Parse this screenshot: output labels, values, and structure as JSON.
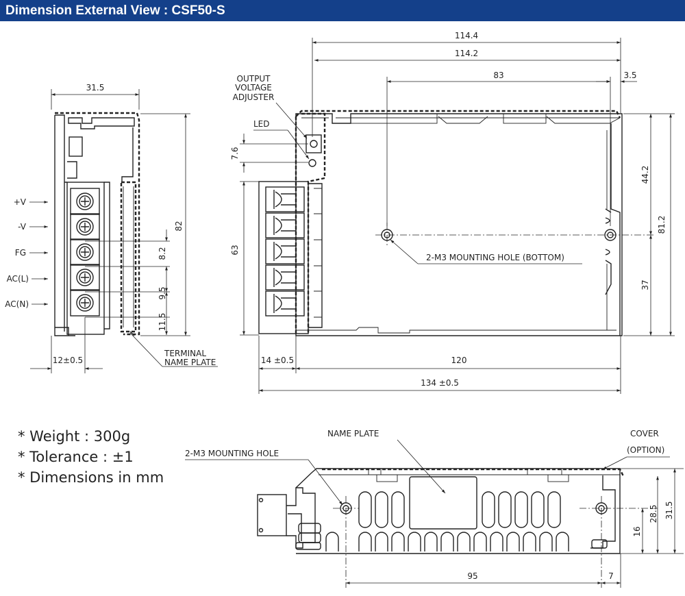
{
  "header": {
    "title": "Dimension External View : CSF50-S"
  },
  "notes": [
    "* Weight : 300g",
    "* Tolerance : ±1",
    "* Dimensions in mm"
  ],
  "side_view": {
    "width_dim": "31.5",
    "height_dim": "82",
    "pitch_dim": "8.2",
    "spacing_dim": "9.5",
    "bottom_dim": "11.5",
    "offset_dim": "12±0.5",
    "terminals": [
      "+V",
      "-V",
      "FG",
      "AC(L)",
      "AC(N)"
    ],
    "terminal_plate_label": [
      "TERMINAL",
      "NAME PLATE"
    ]
  },
  "top_view": {
    "dims": {
      "total_length": "114.4",
      "inner_length": "114.2",
      "hole_spacing": "83",
      "edge_offset": "3.5",
      "led_offset": "7.6",
      "terminal_height": "63",
      "upper_height": "44.2",
      "total_height": "81.2",
      "lower_height": "37",
      "terminal_block": "14 ±0.5",
      "body_length": "120",
      "overall_length": "134 ±0.5"
    },
    "labels": {
      "adjuster": [
        "OUTPUT",
        "VOLTAGE",
        "ADJUSTER"
      ],
      "led": "LED",
      "mounting": "2-M3 MOUNTING HOLE (BOTTOM)"
    }
  },
  "bottom_view": {
    "labels": {
      "name_plate": "NAME PLATE",
      "mounting": "2-M3 MOUNTING HOLE",
      "cover": "COVER",
      "cover_option": "(OPTION)"
    },
    "dims": {
      "hole_spacing": "95",
      "edge_offset": "7",
      "hole_height": "16",
      "cover_height": "28.5",
      "total_height": "31.5"
    }
  }
}
